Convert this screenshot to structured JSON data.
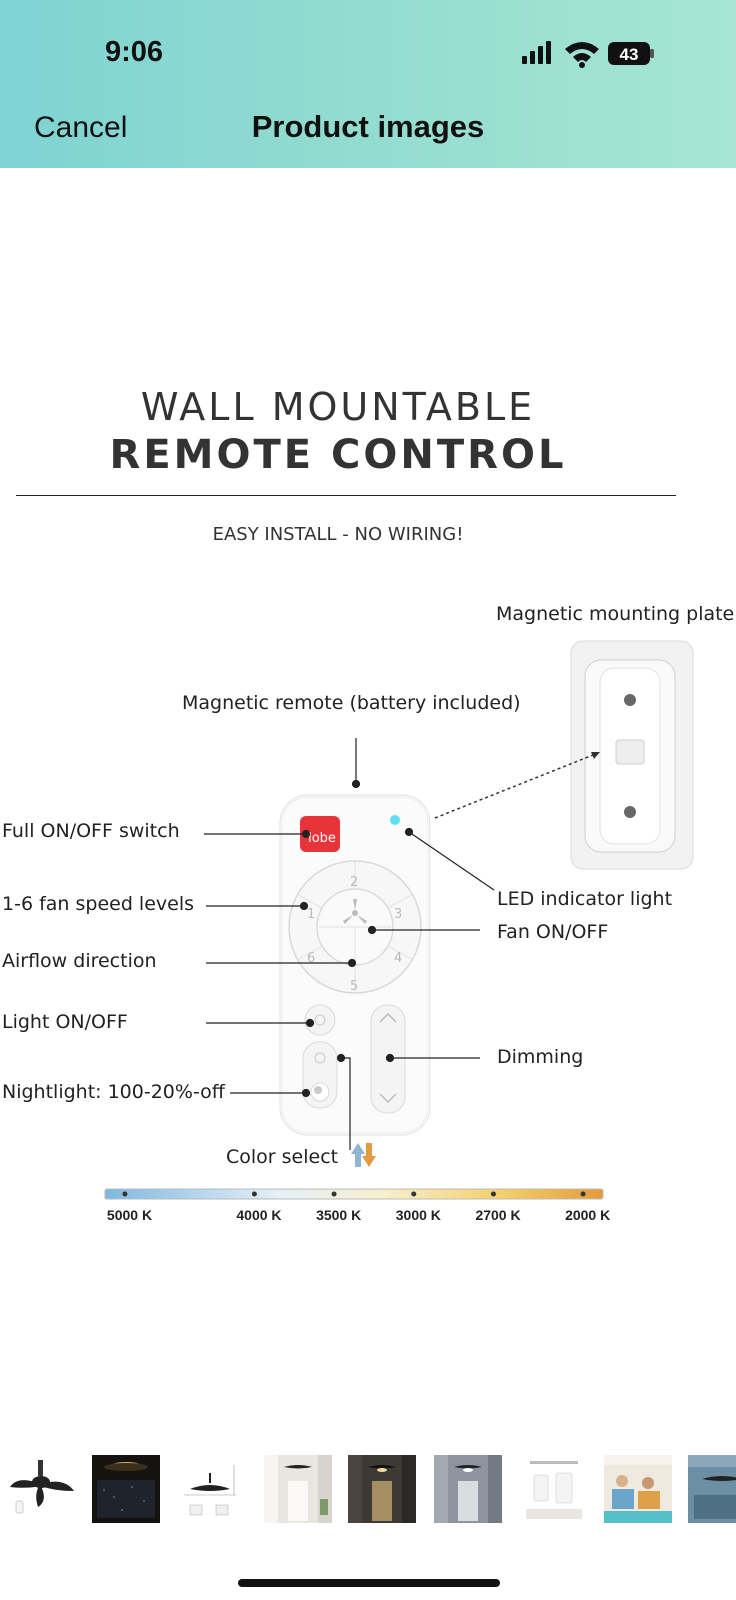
{
  "status_bar": {
    "time": "9:06",
    "battery": "43",
    "icons": [
      "signal-icon",
      "wifi-icon",
      "battery-icon"
    ]
  },
  "nav": {
    "cancel_label": "Cancel",
    "title": "Product images"
  },
  "product_image": {
    "heading_line1": "WALL MOUNTABLE",
    "heading_line2": "REMOTE CONTROL",
    "subheading": "EASY INSTALL - NO WIRING!",
    "labels": {
      "mounting_plate": "Magnetic mounting plate",
      "remote": "Magnetic remote (battery included)",
      "full_switch": "Full ON/OFF switch",
      "fan_speed": "1-6 fan speed levels",
      "airflow": "Airflow direction",
      "light": "Light ON/OFF",
      "nightlight": "Nightlight: 100-20%-off",
      "led": "LED indicator light",
      "fan_onoff": "Fan ON/OFF",
      "dimming": "Dimming",
      "color_select": "Color select"
    },
    "remote_logo": "lobe",
    "speed_numbers": [
      "1",
      "2",
      "3",
      "4",
      "5",
      "6"
    ],
    "kelvin_scale": [
      "5000 K",
      "4000 K",
      "3500 K",
      "3000 K",
      "2700 K",
      "2000 K"
    ],
    "kelvin_positions": [
      0.04,
      0.3,
      0.46,
      0.62,
      0.78,
      0.96
    ]
  },
  "thumbnails": [
    {
      "name": "thumb-fan-product"
    },
    {
      "name": "thumb-fan-night"
    },
    {
      "name": "thumb-fan-dimensions"
    },
    {
      "name": "thumb-hallway-1"
    },
    {
      "name": "thumb-hallway-2"
    },
    {
      "name": "thumb-hallway-3"
    },
    {
      "name": "thumb-wall-plate"
    },
    {
      "name": "thumb-family"
    },
    {
      "name": "thumb-features"
    }
  ],
  "colors": {
    "header_start": "#7fd3d3",
    "header_end": "#a6e6d3",
    "power_red": "#e8333a",
    "led_cyan": "#5fe0f0"
  }
}
